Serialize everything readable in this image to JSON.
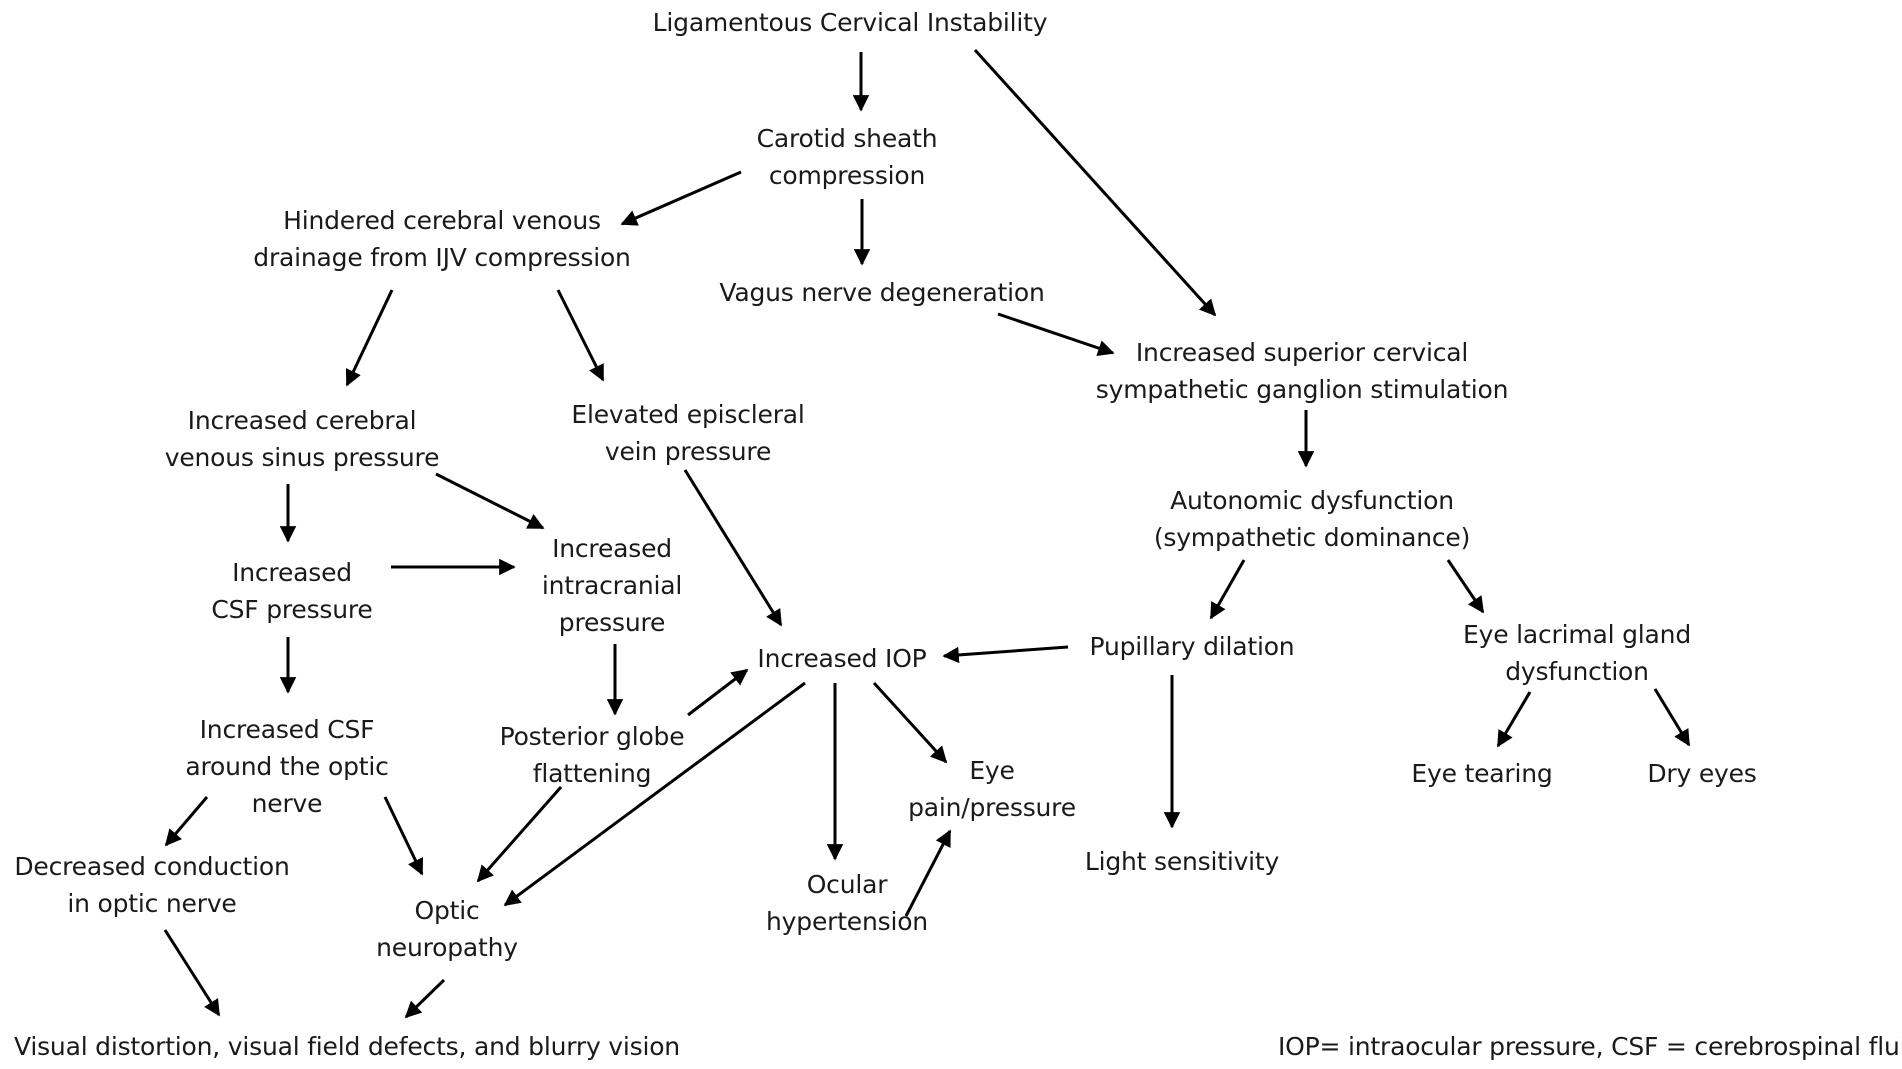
{
  "diagram": {
    "title": "Ligamentous Cervical Instability",
    "nodes": {
      "carotid": [
        "Carotid sheath",
        "compression"
      ],
      "hindered": [
        "Hindered cerebral venous",
        "drainage from IJV compression"
      ],
      "vagus": [
        "Vagus nerve degeneration"
      ],
      "scg": [
        "Increased superior cervical",
        "sympathetic ganglion stimulation"
      ],
      "cvsp": [
        "Increased cerebral",
        "venous sinus pressure"
      ],
      "episcleral": [
        "Elevated episcleral",
        "vein pressure"
      ],
      "autonomic": [
        "Autonomic dysfunction",
        "(sympathetic dominance)"
      ],
      "icp": [
        "Increased",
        "intracranial",
        "pressure"
      ],
      "csfp": [
        "Increased",
        "CSF pressure"
      ],
      "iop": [
        "Increased IOP"
      ],
      "pupil": [
        "Pupillary dilation"
      ],
      "lacrimal": [
        "Eye lacrimal gland",
        "dysfunction"
      ],
      "csfon": [
        "Increased CSF",
        "around the optic",
        "nerve"
      ],
      "pgf": [
        "Posterior globe",
        "flattening"
      ],
      "eyepain": [
        "Eye",
        "pain/pressure"
      ],
      "tearing": [
        "Eye tearing"
      ],
      "dry": [
        "Dry eyes"
      ],
      "light": [
        "Light sensitivity"
      ],
      "conduction": [
        "Decreased conduction",
        "in optic nerve"
      ],
      "neuropathy": [
        "Optic",
        "neuropathy"
      ],
      "ocular": [
        "Ocular",
        "hypertension"
      ],
      "visual": [
        "Visual distortion, visual field defects, and blurry vision"
      ]
    },
    "footnote": "IOP= intraocular pressure, CSF = cerebrospinal fluid"
  }
}
